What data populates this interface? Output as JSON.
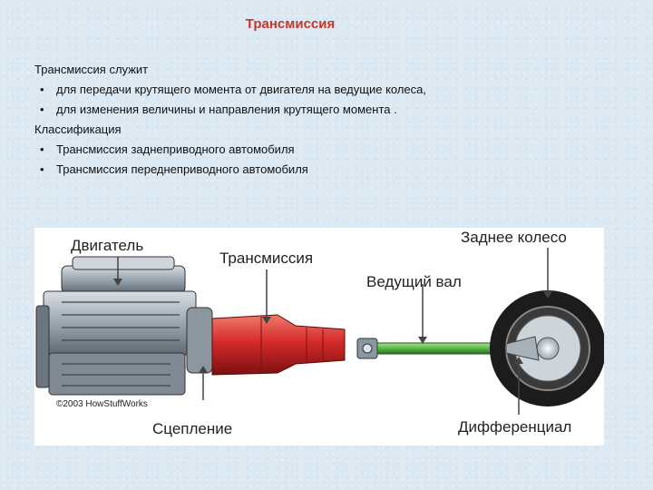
{
  "slide": {
    "title": "Трансмиссия",
    "intro": "Трансмиссия служит",
    "purpose_bullets": [
      "для передачи крутящего момента от двигателя на ведущие колеса,",
      "для изменения величины и направления крутящего момента ."
    ],
    "classification_heading": "Классификация",
    "classification_bullets": [
      "Трансмиссия заднеприводного автомобиля",
      "Трансмиссия переднеприводного автомобиля"
    ],
    "bullet_glyph": "•"
  },
  "diagram": {
    "labels": {
      "engine": "Двигатель",
      "transmission": "Трансмиссия",
      "drive_shaft": "Ведущий вал",
      "rear_wheel": "Заднее колесо",
      "clutch": "Сцепление",
      "differential": "Дифференциал"
    },
    "copyright": "©2003 HowStuffWorks",
    "colors": {
      "transmission": "#d42a2a",
      "drive_shaft": "#58b648",
      "engine": "#9aa6b0",
      "wheel": "#1c1c1c",
      "pointer": "#444444"
    }
  }
}
